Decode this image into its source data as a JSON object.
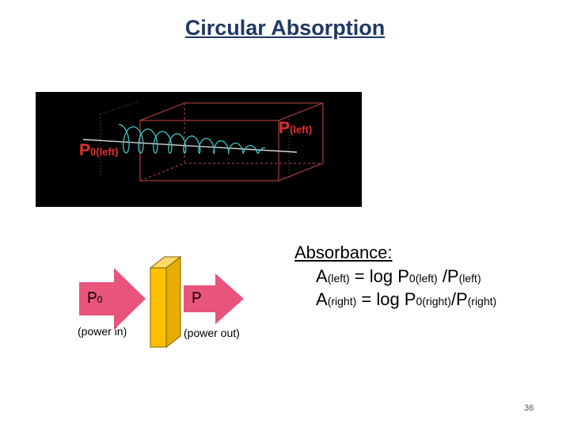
{
  "slide": {
    "title": "Circular Absorption",
    "page_number": "36"
  },
  "animation": {
    "p_left": {
      "main": "P",
      "sub": "(left)"
    },
    "p0_left": {
      "main": "P",
      "sub": "0(left)"
    },
    "colors": {
      "background": "#000000",
      "helix": "#3ec6c6",
      "label": "#e6302e",
      "box": "#9a3b3b"
    }
  },
  "diagram": {
    "p0_label": {
      "main": "P",
      "sub": "0"
    },
    "p_label": "P",
    "power_in_caption": "(power in)",
    "power_out_caption": "(power out)",
    "colors": {
      "arrow": "#e9547c",
      "sample": "#ffc000",
      "sample_side": "#e6ac00"
    }
  },
  "absorbance": {
    "heading": "Absorbance:",
    "eq1": {
      "a": "A",
      "a_sub": "(left)",
      "mid": " = log P",
      "p_sub": "0(left)",
      "slash": " /P",
      "end_sub": "(left)"
    },
    "eq2": {
      "a": "A",
      "a_sub": "(right)",
      "mid": " = log P",
      "p_sub": "0(right)",
      "slash": "/P",
      "end_sub": "(right)"
    }
  }
}
